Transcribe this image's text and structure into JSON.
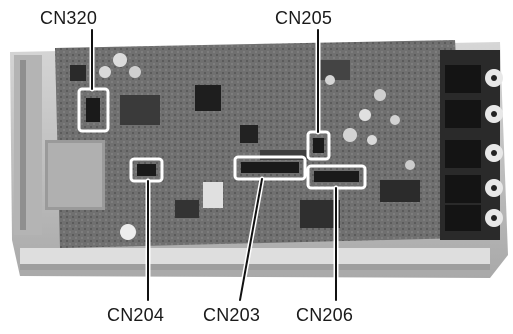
{
  "labels": {
    "cn320": "CN320",
    "cn205": "CN205",
    "cn204": "CN204",
    "cn203": "CN203",
    "cn206": "CN206"
  },
  "colors": {
    "callout": "#ffffff",
    "leader": "#111111",
    "board": "#6e6e6e",
    "chassis": "#c9c9c9"
  }
}
